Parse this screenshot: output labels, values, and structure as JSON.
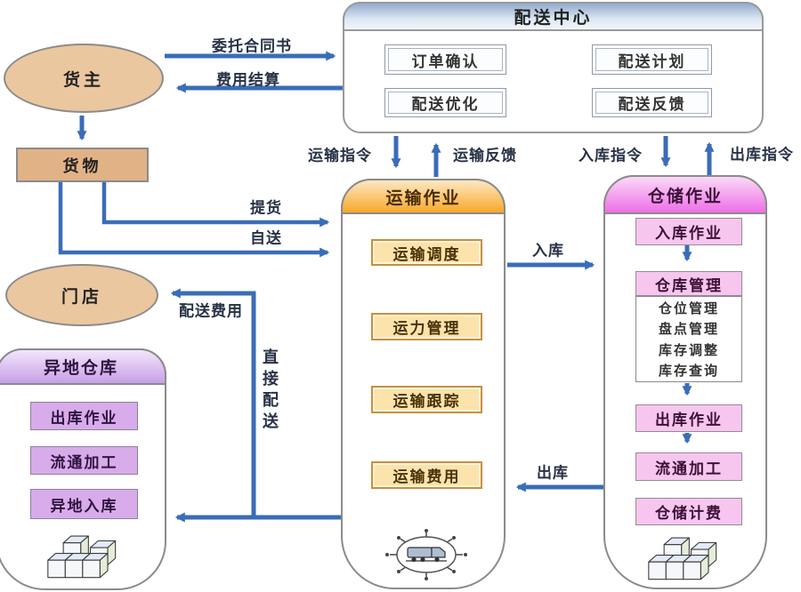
{
  "colors": {
    "arrow_blue": "#3a6db8",
    "dc_header_blue": "#93abce",
    "transport_header_orange": "#f7a82a",
    "warehouse_header_magenta": "#ee6fe8",
    "remote_header_purple": "#c89fe7",
    "transport_box_fill": "#fbe3ab",
    "warehouse_box_fill": "#f7c6ef",
    "remote_box_fill": "#d8abea",
    "entity_fill": "#eac79f",
    "goods_fill": "#e2b287"
  },
  "distribution_center": {
    "title": "配送中心",
    "boxes": [
      "订单确认",
      "配送计划",
      "配送优化",
      "配送反馈"
    ]
  },
  "entities": {
    "cargo_owner": "货主",
    "goods": "货物",
    "store": "门店"
  },
  "transport": {
    "title": "运输作业",
    "boxes": [
      "运输调度",
      "运力管理",
      "运输跟踪",
      "运输费用"
    ],
    "icon": "truck-icon"
  },
  "warehouse": {
    "title": "仓储作业",
    "inbound_box": "入库作业",
    "management_box": "仓库管理",
    "management_items": [
      "仓位管理",
      "盘点管理",
      "库存调整",
      "库存查询"
    ],
    "outbound_box": "出库作业",
    "processing_box": "流通加工",
    "billing_box": "仓储计费",
    "icon": "cargo-boxes-icon"
  },
  "remote_warehouse": {
    "title": "异地仓库",
    "boxes": [
      "出库作业",
      "流通加工",
      "异地入库"
    ],
    "icon": "cargo-boxes-icon"
  },
  "flow_labels": {
    "entrust_contract": "委托合同书",
    "fee_settlement": "费用结算",
    "transport_order": "运输指令",
    "transport_feedback": "运输反馈",
    "inbound_order": "入库指令",
    "outbound_order": "出库指令",
    "pickup": "提货",
    "self_delivery": "自送",
    "inbound": "入库",
    "outbound": "出库",
    "distribution_fee": "配送费用",
    "direct_distribution": "直接配送"
  }
}
